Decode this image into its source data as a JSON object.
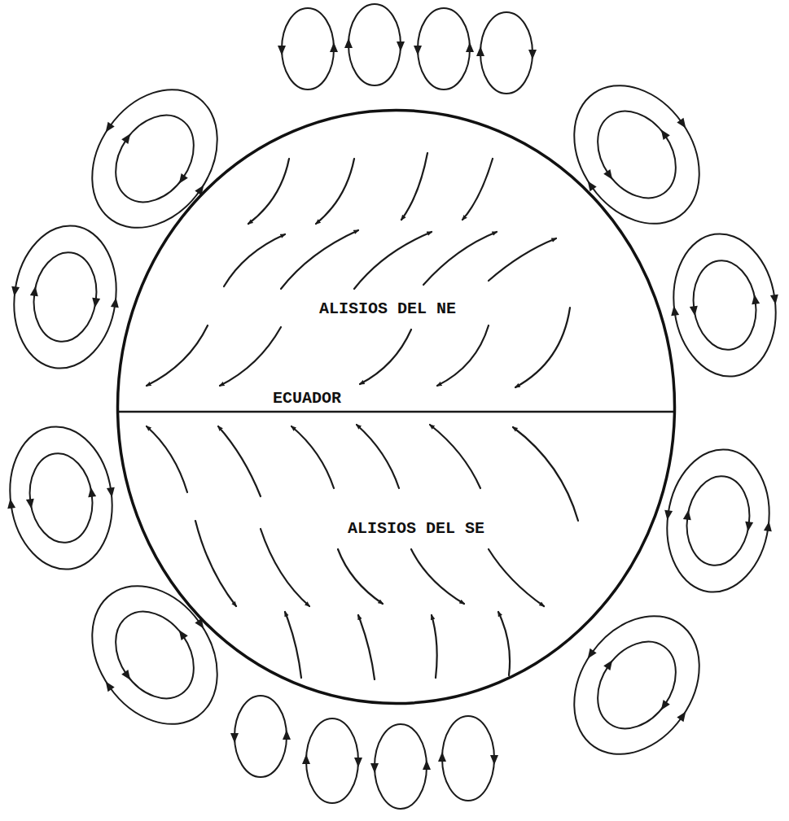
{
  "diagram": {
    "nodes": [
      {
        "text": [
          "ALISIOS DEL NE",
          "ECUADOR",
          "ALISIOS DEL SE"
        ]
      }
    ]
  }
}
